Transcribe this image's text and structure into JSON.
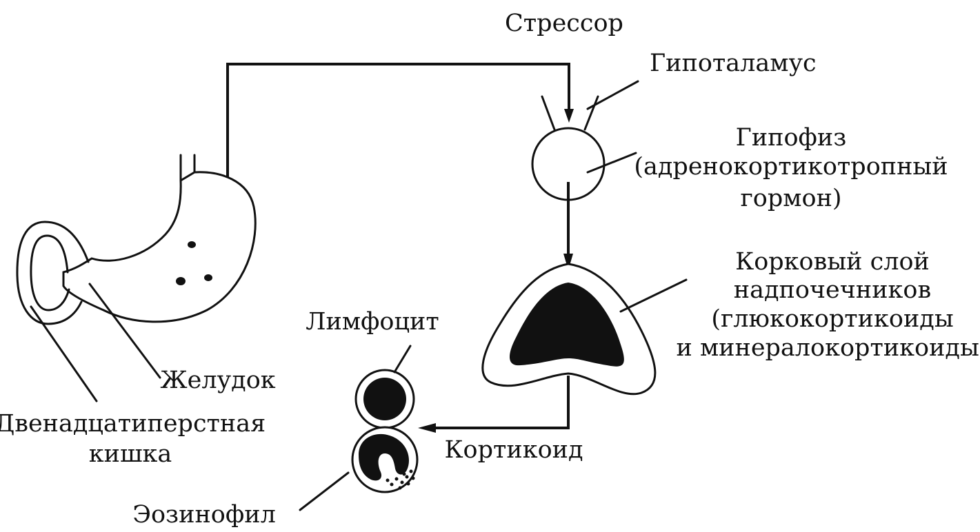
{
  "labels": {
    "stressor": "Стрессор",
    "hypothalamus": "Гипоталамус",
    "pituitary_1": "Гипофиз",
    "pituitary_2": "(адренокортикотропный",
    "pituitary_3": "гормон)",
    "adrenal_1": "Корковый слой",
    "adrenal_2": "надпочечников",
    "adrenal_3": "(глюкокортикоиды",
    "adrenal_4": "и минералокортикоиды)",
    "stomach": "Желудок",
    "duodenum_1": "Двенадцатиперстная",
    "duodenum_2": "кишка",
    "lymphocyte": "Лимфоцит",
    "corticoid": "Кортикоид",
    "eosinophil": "Эозинофил"
  },
  "colors": {
    "ink": "#111111",
    "background": "#ffffff"
  }
}
